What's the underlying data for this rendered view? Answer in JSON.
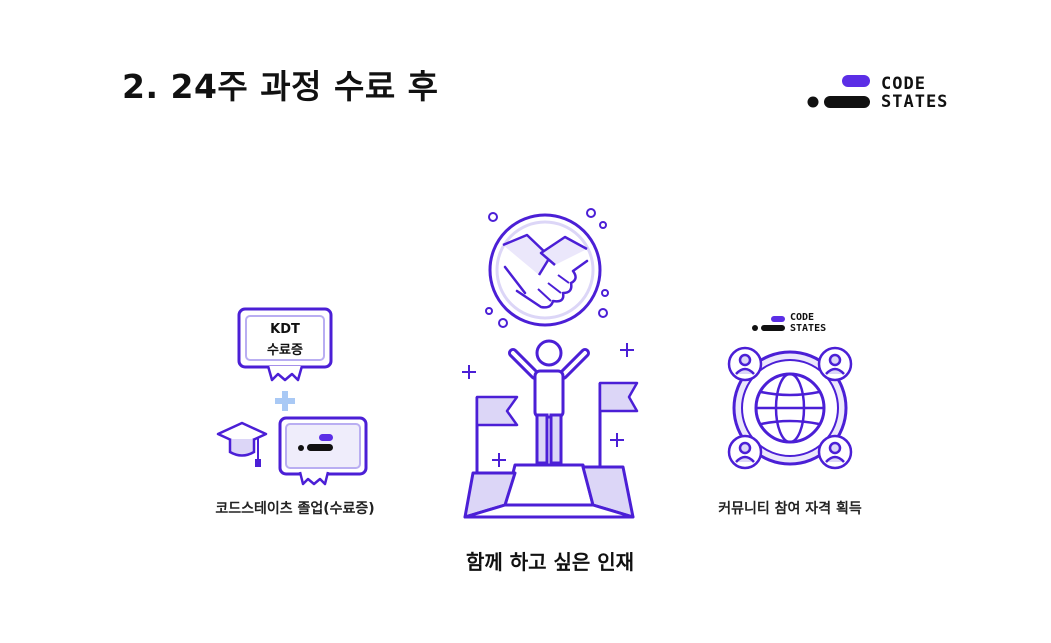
{
  "slide": {
    "title": "2. 24주 과정 수료 후"
  },
  "logo": {
    "line1": "CODE",
    "line2": "STATES"
  },
  "left_item": {
    "certificate_line1": "KDT",
    "certificate_line2": "수료증",
    "caption": "코드스테이츠 졸업(수료증)"
  },
  "center_item": {
    "caption": "함께 하고 싶은 인재"
  },
  "right_item": {
    "logo_line1": "CODE",
    "logo_line2": "STATES",
    "caption": "커뮤니티 참여 자격 획득"
  },
  "colors": {
    "primary": "#4b1fd6",
    "accent": "#6a3cf0",
    "light": "#dcd6f7",
    "plus": "#a9c9f5"
  },
  "icons": [
    "certificate-icon",
    "plus-icon",
    "graduation-cap-icon",
    "codestates-certificate-icon",
    "handshake-icon",
    "winner-podium-icon",
    "globe-network-icon",
    "codestates-logo"
  ]
}
